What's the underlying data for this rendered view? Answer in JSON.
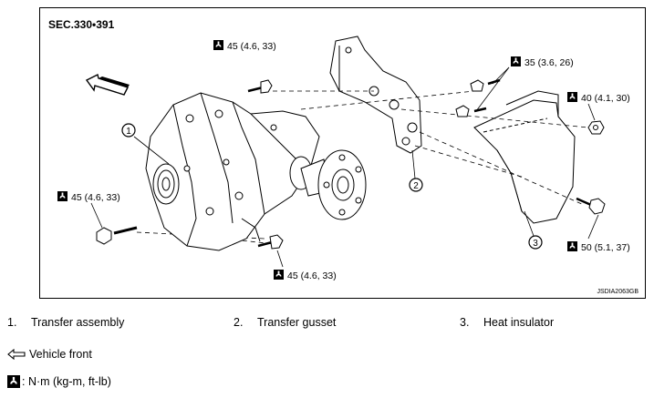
{
  "section": "SEC.330•391",
  "diagram_id": "JSDIA2063GB",
  "callouts": {
    "c1": "1",
    "c2": "2",
    "c3": "3"
  },
  "torques": {
    "top_bolt": "45 (4.6, 33)",
    "gusset_bolts": "35 (3.6, 26)",
    "insulator_nut": "40 (4.1, 30)",
    "left_bolt": "45 (4.6, 33)",
    "insulator_bolt": "50 (5.1, 37)",
    "bottom_bolt": "45 (4.6, 33)"
  },
  "legend": [
    {
      "num": "1.",
      "label": "Transfer assembly"
    },
    {
      "num": "2.",
      "label": "Transfer gusset"
    },
    {
      "num": "3.",
      "label": "Heat insulator"
    }
  ],
  "notes": {
    "front": "Vehicle front",
    "torque_unit": "N·m (kg-m, ft-lb)"
  },
  "icons": [
    "front-arrow-icon",
    "torque-wrench-icon"
  ]
}
